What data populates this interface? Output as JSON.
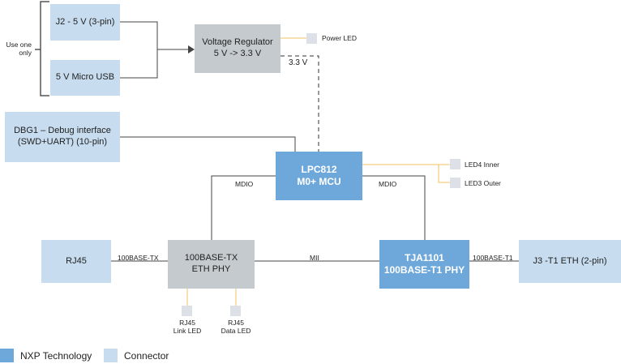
{
  "blocks": {
    "j2": "J2 - 5 V (3-pin)",
    "micro_usb": "5 V Micro USB",
    "regulator": "Voltage Regulator\n5 V -> 3.3 V",
    "debug": "DBG1 – Debug interface\n(SWD+UART) (10-pin)",
    "mcu": "LPC812\nM0+ MCU",
    "rj45": "RJ45",
    "eth_phy": "100BASE-TX\nETH PHY",
    "tja": "TJA1101\n100BASE-T1 PHY",
    "j3": "J3 -T1 ETH (2-pin)"
  },
  "labels": {
    "use_one": "Use one\nonly",
    "power_led": "Power LED",
    "v33": "3.3 V",
    "mdio_left": "MDIO",
    "mdio_right": "MDIO",
    "led4": "LED4 Inner",
    "led3": "LED3 Outer",
    "base_tx": "100BASE-TX",
    "mii": "MII",
    "base_t1": "100BASE-T1",
    "link_led": "RJ45\nLink LED",
    "data_led": "RJ45\nData LED"
  },
  "legend": [
    {
      "label": "NXP Technology",
      "color": "#6ea8da"
    },
    {
      "label": "Connector",
      "color": "#c7dcef"
    }
  ]
}
